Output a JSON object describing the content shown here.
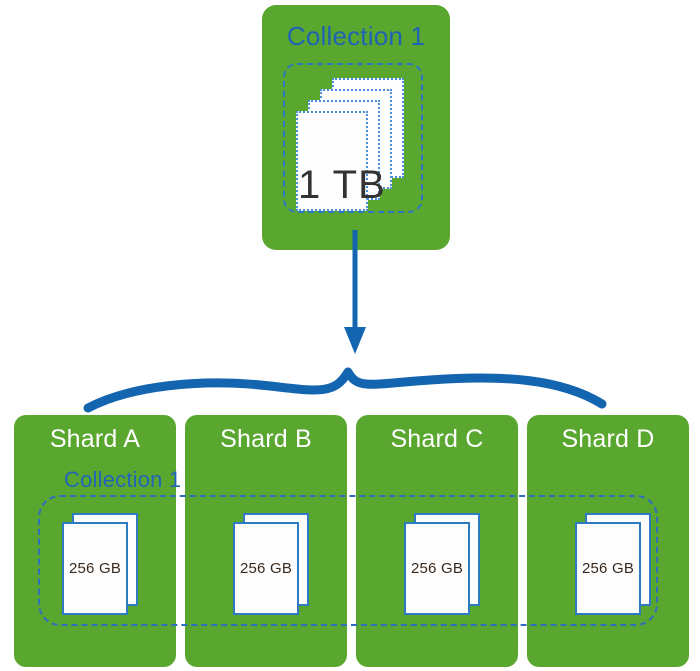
{
  "diagram": {
    "title_semantic": "sharding-collection-split-diagram",
    "colors": {
      "panel_green": "#5AA730",
      "accent_blue": "#1F63B4",
      "arrow_blue": "#1465B0",
      "dashed_blue": "#2D76C4",
      "doc_border_blue": "#2E7BC4",
      "doc_fill": "#FDFDFD",
      "shard_title_white": "#FFFFFF",
      "doc_text_dark": "#3A2A1E",
      "background": "#FFFFFF"
    }
  },
  "source": {
    "box_name": "collection-box",
    "collection_label": "Collection 1",
    "document_stack": {
      "count": 4,
      "size_label": "1 TB",
      "border_style": "dotted"
    }
  },
  "flow": {
    "arrow_name": "split-arrow",
    "arrow_direction": "down",
    "brace_name": "distribution-brace"
  },
  "shards": {
    "collection_label": "Collection 1",
    "items": [
      {
        "title": "Shard A",
        "size_label": "256 GB",
        "doc_count": 2
      },
      {
        "title": "Shard B",
        "size_label": "256 GB",
        "doc_count": 2
      },
      {
        "title": "Shard C",
        "size_label": "256 GB",
        "doc_count": 2
      },
      {
        "title": "Shard D",
        "size_label": "256 GB",
        "doc_count": 2
      }
    ]
  }
}
